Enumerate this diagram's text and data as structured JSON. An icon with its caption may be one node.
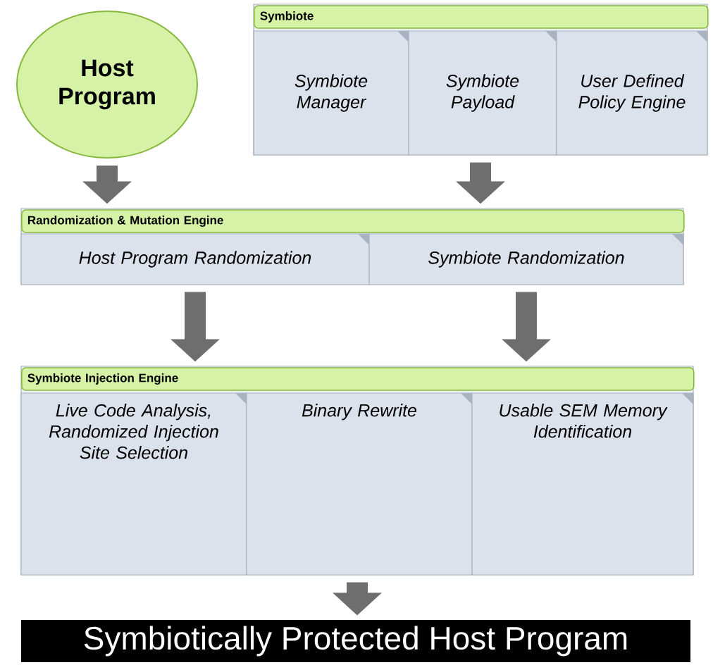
{
  "diagram": {
    "nodes": [
      {
        "text": [
          "Host Program"
        ]
      },
      {
        "text": [
          "Symbiote"
        ]
      },
      {
        "text": [
          "Symbiote Manager"
        ],
        "in": 1
      },
      {
        "text": [
          "Symbiote Payload"
        ],
        "in": 1
      },
      {
        "text": [
          "User Defined Policy Engine"
        ],
        "in": 1
      },
      {
        "text": [
          "Randomization & Mutation Engine"
        ]
      },
      {
        "text": [
          "Host Program Randomization"
        ],
        "in": 5
      },
      {
        "text": [
          "Symbiote Randomization"
        ],
        "in": 5
      },
      {
        "text": [
          "Symbiote Injection Engine"
        ]
      },
      {
        "text": [
          "Live Code Analysis, Randomized Injection Site Selection"
        ],
        "in": 8
      },
      {
        "text": [
          "Binary Rewrite"
        ],
        "in": 8
      },
      {
        "text": [
          "Usable SEM Memory Identification"
        ],
        "in": 8
      },
      {
        "text": [
          "Symbiotically Protected Host Program"
        ]
      }
    ],
    "edges": [
      {
        "from": 0,
        "to": 5,
        "arrow": "to"
      },
      {
        "from": 1,
        "to": 5,
        "arrow": "to"
      },
      {
        "from": 6,
        "to": 8,
        "arrow": "to"
      },
      {
        "from": 7,
        "to": 8,
        "arrow": "to"
      },
      {
        "from": 8,
        "to": 12,
        "arrow": "to"
      }
    ]
  }
}
